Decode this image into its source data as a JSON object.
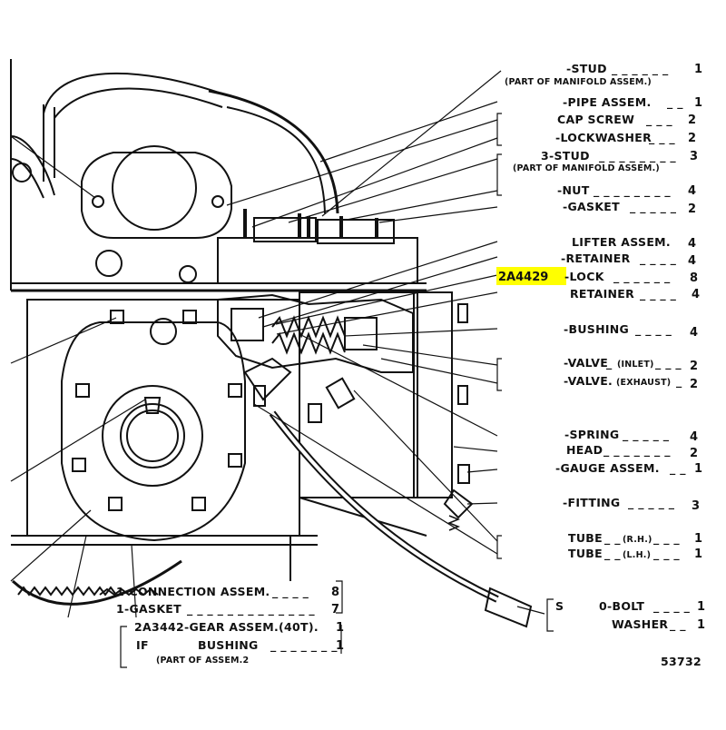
{
  "labels": {
    "stud": "-STUD",
    "stud_note": "(PART OF MANIFOLD ASSEM.)",
    "stud_qty": "1",
    "pipe_assem": "-PIPE ASSEM.",
    "pipe_assem_qty": "1",
    "cap_screw": "CAP SCREW",
    "cap_screw_qty": "2",
    "lockwasher": "-LOCKWASHER",
    "lockwasher_qty": "2",
    "stud3": "3-STUD",
    "stud3_note": "(PART OF MANIFOLD ASSEM.)",
    "stud3_qty": "3",
    "nut": "-NUT",
    "nut_qty": "4",
    "gasket": "-GASKET",
    "gasket_qty": "2",
    "lifter_assem": "LIFTER ASSEM.",
    "lifter_assem_qty": "4",
    "retainer1": "-RETAINER",
    "retainer1_qty": "4",
    "lock_part": "2A4429",
    "lock": "-LOCK",
    "lock_qty": "8",
    "retainer2": "RETAINER",
    "retainer2_qty": "4",
    "bushing": "-BUSHING",
    "bushing_qty": "4",
    "valve_inlet": "-VALVE",
    "valve_inlet_note": "(INLET)",
    "valve_inlet_qty": "2",
    "valve_exhaust": "-VALVE.",
    "valve_exhaust_note": "(EXHAUST)",
    "valve_exhaust_qty": "2",
    "spring": "-SPRING",
    "spring_qty": "4",
    "head": "HEAD",
    "head_qty": "2",
    "gauge_assem": "-GAUGE ASSEM.",
    "gauge_assem_qty": "1",
    "fitting": "-FITTING",
    "fitting_qty": "3",
    "tube_rh": "TUBE",
    "tube_rh_note": "(R.H.)",
    "tube_rh_qty": "1",
    "tube_lh": "TUBE",
    "tube_lh_note": "(L.H.)",
    "tube_lh_qty": "1",
    "bolt": "0-BOLT",
    "bolt_prefix": "S",
    "bolt_qty": "1",
    "washer": "WASHER",
    "washer_qty": "1",
    "connection_assem": "1-CONNECTION ASSEM.",
    "connection_qty": "8",
    "gasket_lower": "1-GASKET",
    "gasket_lower_qty": "7",
    "gear_assem": "2A3442-GEAR ASSEM.(40T).",
    "gear_assem_qty": "1",
    "bushing_lower_prefix": "IF",
    "bushing_lower": "BUSHING",
    "bushing_lower_qty": "1",
    "bushing_lower_note": "(PART OF ASSEM.2",
    "figure_number": "53732"
  },
  "colors": {
    "ink": "#111111",
    "highlight": "#ffff00",
    "background": "#ffffff"
  }
}
